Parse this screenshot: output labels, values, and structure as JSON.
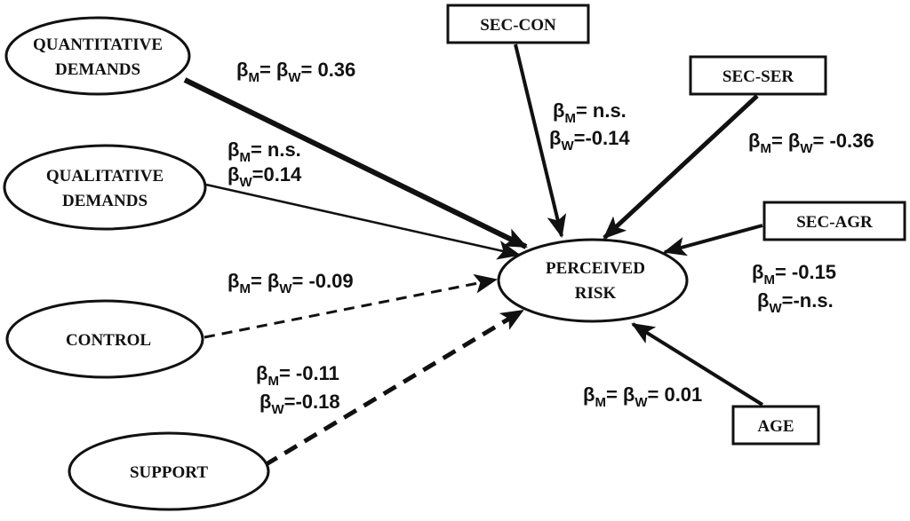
{
  "nodes": {
    "quantitative_demands": {
      "lines": [
        "QUANTITATIVE",
        "DEMANDS"
      ]
    },
    "qualitative_demands": {
      "lines": [
        "QUALITATIVE",
        "DEMANDS"
      ]
    },
    "control": {
      "lines": [
        "CONTROL"
      ]
    },
    "support": {
      "lines": [
        "SUPPORT"
      ]
    },
    "perceived_risk": {
      "lines": [
        "PERCEIVED",
        "RISK"
      ]
    },
    "sec_con": {
      "lines": [
        "SEC-CON"
      ]
    },
    "sec_ser": {
      "lines": [
        "SEC-SER"
      ]
    },
    "sec_agr": {
      "lines": [
        "SEC-AGR"
      ]
    },
    "age": {
      "lines": [
        "AGE"
      ]
    }
  },
  "edges": {
    "quantitative": {
      "line1": {
        "beta": "β",
        "m": "M",
        "mid": "= β",
        "w": "W",
        "val": "= 0.36"
      },
      "style": "solid-thick"
    },
    "qualitative": {
      "line1": {
        "beta": "β",
        "m": "M",
        "val": "= n.s."
      },
      "line2": {
        "beta": "β",
        "w": "W",
        "val": "=0.14"
      },
      "style": "solid-thin"
    },
    "control": {
      "line1": {
        "beta": "β",
        "m": "M",
        "mid": "= β",
        "w": "W",
        "val": "= -0.09"
      },
      "style": "dashed-thin"
    },
    "support": {
      "line1": {
        "beta": "β",
        "m": "M",
        "val": "=  -0.11"
      },
      "line2": {
        "beta": "β",
        "w": "W",
        "val": "=-0.18"
      },
      "style": "dashed-thick"
    },
    "sec_con": {
      "line1": {
        "beta": "β",
        "m": "M",
        "val": "= n.s."
      },
      "line2": {
        "beta": "β",
        "w": "W",
        "val": "=-0.14"
      },
      "style": "solid"
    },
    "sec_ser": {
      "line1": {
        "beta": "β",
        "m": "M",
        "mid": "= β",
        "w": "W",
        "val": "= -0.36"
      },
      "style": "solid-thick"
    },
    "sec_agr": {
      "line1": {
        "beta": "β",
        "m": "M",
        "val": "= -0.15"
      },
      "line2": {
        "beta": "β",
        "w": "W",
        "val": "=-n.s."
      },
      "style": "solid"
    },
    "age": {
      "line1": {
        "beta": "β",
        "m": "M",
        "mid": "= β",
        "w": "W",
        "val": "= 0.01"
      },
      "style": "solid"
    }
  }
}
